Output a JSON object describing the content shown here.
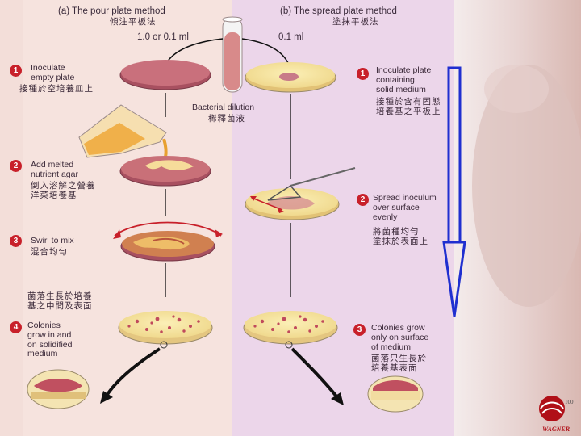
{
  "pour": {
    "header_en": "(a) The pour plate method",
    "header_zh": "傾注平板法",
    "amount": "1.0 or 0.1 ml",
    "step1_en": "Inoculate\nempty plate",
    "step1_zh": "接種於空培養皿上",
    "step2_en": "Add melted\nnutrient agar",
    "step2_zh": "倒入溶解之營養\n洋菜培養基",
    "step3_en": "Swirl to mix",
    "step3_zh": "混合均勻",
    "step4_zh": "菌落生長於培養\n基之中間及表面",
    "step4_en": "Colonies\ngrow in and\non solidified\nmedium"
  },
  "spread": {
    "header_en": "(b) The spread plate method",
    "header_zh": "塗抹平板法",
    "amount": "0.1 ml",
    "step1_en": "Inoculate plate\ncontaining\nsolid medium",
    "step1_zh": "接種於含有固態\n培養基之平板上",
    "step2_en": "Spread inoculum\nover surface\nevenly",
    "step2_zh": "將菌種均勻\n塗抹於表面上",
    "step3_en": "Colonies grow\nonly on surface\nof medium",
    "step3_zh": "菌落只生長於\n培養基表面"
  },
  "center": {
    "dilution_en": "Bacterial dilution",
    "dilution_zh": "稀釋菌液"
  },
  "step_numbers": [
    "1",
    "2",
    "3",
    "4"
  ],
  "logo": {
    "name": "WAGNER",
    "number": "100"
  },
  "colors": {
    "left_panel": "#f6e3de",
    "right_panel": "#ecd6ea",
    "agar": "#f3df9a",
    "colony": "#c04a5c",
    "blue_arrow": "#1f2fd0",
    "number_badge": "#c8202a"
  }
}
